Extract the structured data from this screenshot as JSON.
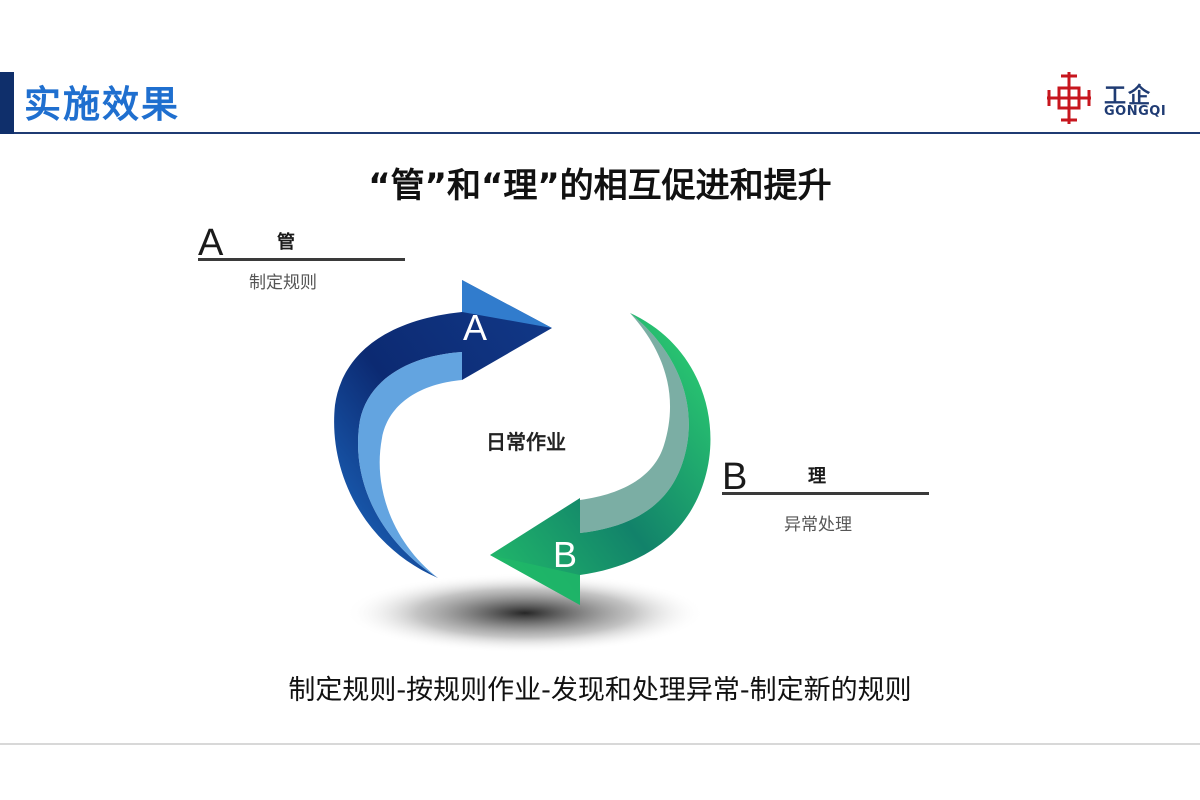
{
  "header": {
    "title": "实施效果"
  },
  "logo": {
    "chinese": "工企",
    "english": "GONGQI",
    "color": "#c7161e"
  },
  "subtitle": "“管”和“理”的相互促进和提升",
  "diagram": {
    "center": "日常作业",
    "arrow_a": {
      "letter": "A",
      "color_dark": "#0c2a72",
      "color_light": "#2f86d6"
    },
    "arrow_b": {
      "letter": "B",
      "color_dark": "#0f7a62",
      "color_light": "#2fd672"
    },
    "label_a": {
      "letter": "A",
      "heading": "管",
      "sub": "制定规则"
    },
    "label_b": {
      "letter": "B",
      "heading": "理",
      "sub": "异常处理"
    }
  },
  "summary": "制定规则-按规则作业-发现和处理异常-制定新的规则"
}
